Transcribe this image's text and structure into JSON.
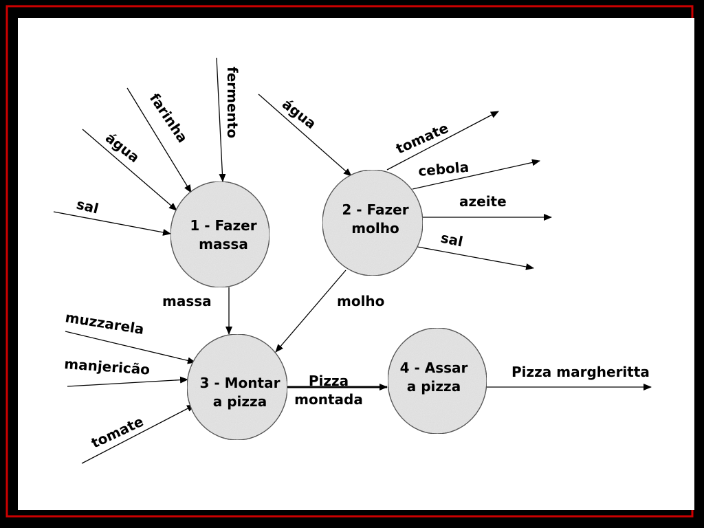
{
  "frame": {
    "outer_color": "#000000",
    "border_color": "#cc0000",
    "canvas_color": "#ffffff"
  },
  "nodes": {
    "fazer_massa": {
      "line1": "1 - Fazer",
      "line2": "massa"
    },
    "fazer_molho": {
      "line1": "2 - Fazer",
      "line2": "molho"
    },
    "montar_pizza": {
      "line1": "3 - Montar",
      "line2": "a pizza"
    },
    "assar_pizza": {
      "line1": "4 - Assar",
      "line2": "a pizza"
    }
  },
  "labels": {
    "massa_in_sal": "sal",
    "massa_in_agua": "água",
    "massa_in_farinha": "farinha",
    "massa_in_fermento": "fermento",
    "molho_in_agua": "água",
    "molho_out_tomate": "tomate",
    "molho_out_cebola": "cebola",
    "molho_out_azeite": "azeite",
    "molho_out_sal": "sal",
    "flow_massa": "massa",
    "flow_molho": "molho",
    "montar_in_muzzarela": "muzzarela",
    "montar_in_manjericao": "manjericão",
    "montar_in_tomate": "tomate",
    "flow_pizza_line1": "Pizza",
    "flow_pizza_line2": "montada",
    "output_final": "Pizza margheritta"
  },
  "colors": {
    "node_fill": "#e6e6e6",
    "node_stroke": "#000000",
    "arrow": "#000000"
  }
}
